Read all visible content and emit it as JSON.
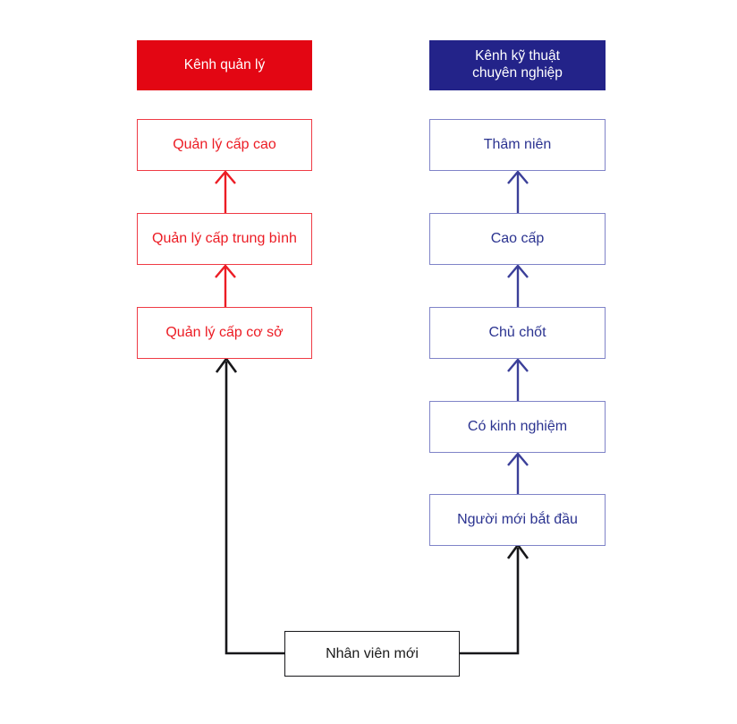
{
  "diagram": {
    "title": "Career path dual ladder diagram",
    "colors": {
      "management_fill": "#e30613",
      "management_border": "#ef3b45",
      "management_text": "#ec1c24",
      "technical_fill": "#232389",
      "technical_border": "#8084c8",
      "technical_text": "#2b3390",
      "entry_border": "#17171a",
      "entry_text": "#1a1a1a",
      "background": "#ffffff"
    },
    "columns": [
      {
        "key": "management",
        "header": "Kênh quản lý",
        "header_lines": [
          "Kênh quản lý"
        ],
        "levels": [
          {
            "label": "Quản lý cấp cao",
            "rank": 3
          },
          {
            "label": "Quản lý cấp trung bình",
            "rank": 2
          },
          {
            "label": "Quản lý cấp cơ sở",
            "rank": 1
          }
        ]
      },
      {
        "key": "technical",
        "header": "Kênh kỹ thuật chuyên nghiệp",
        "header_lines": [
          "Kênh kỹ thuật",
          "chuyên nghiệp"
        ],
        "levels": [
          {
            "label": "Thâm niên",
            "rank": 5
          },
          {
            "label": "Cao cấp",
            "rank": 4
          },
          {
            "label": "Chủ chốt",
            "rank": 3
          },
          {
            "label": "Có kinh nghiệm",
            "rank": 2
          },
          {
            "label": "Người mới bắt đầu",
            "rank": 1
          }
        ]
      }
    ],
    "entry": {
      "label": "Nhân viên mới"
    }
  }
}
